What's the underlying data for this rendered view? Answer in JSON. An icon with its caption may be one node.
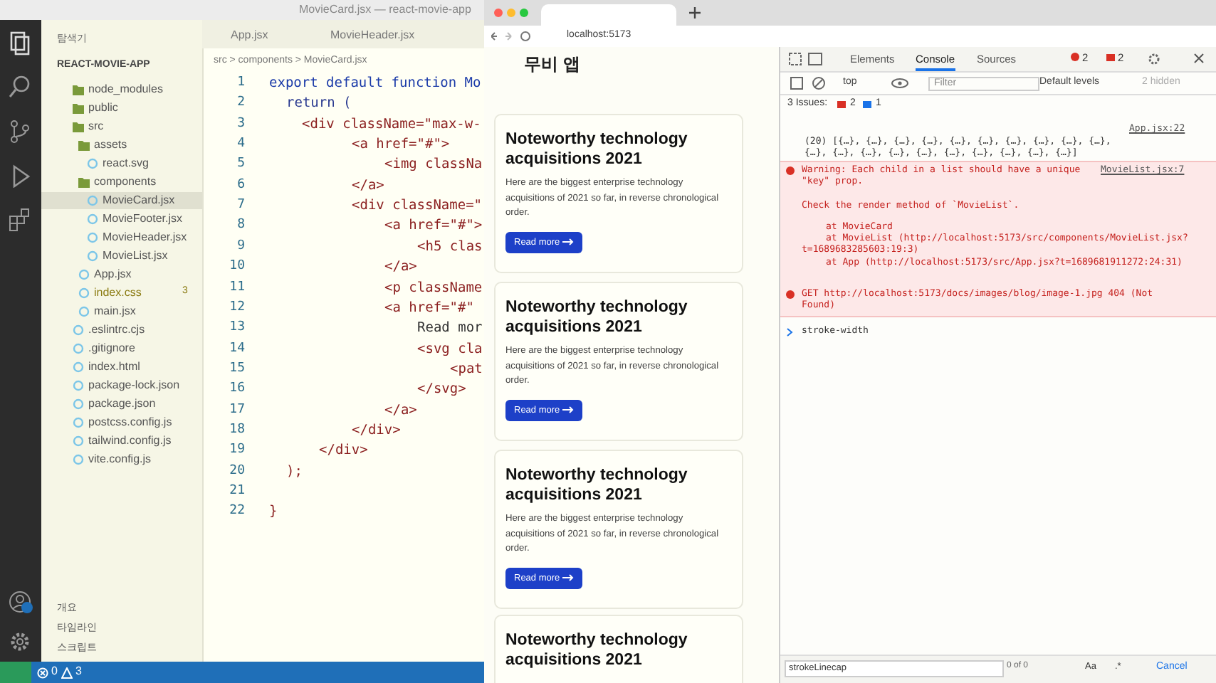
{
  "diagram": {
    "nodes": [
      {
        "text": [
          "Noteworthy technology acquisitions 2021",
          "Here are the biggest enterprise technology acquisitions of 2021 so far, in reverse chronological order.",
          "Read more"
        ]
      },
      {
        "text": [
          "Noteworthy technology acquisitions 2021",
          "Here are the biggest enterprise technology acquisitions of 2021 so far, in reverse chronological order.",
          "Read more"
        ]
      },
      {
        "text": [
          "Noteworthy technology acquisitions 2021",
          "Here are the biggest enterprise technology acquisitions of 2021 so far, in reverse chronological order.",
          "Read more"
        ]
      },
      {
        "text": [
          "Noteworthy technology acquisitions 2021"
        ]
      }
    ],
    "labels": [
      "MovieCard.jsx — react-movie-app",
      "탐색기",
      "REACT-MOVIE-APP",
      "node_modules",
      "public",
      "src",
      "assets",
      "react.svg",
      "components",
      "MovieCard.jsx",
      "MovieFooter.jsx",
      "MovieHeader.jsx",
      "MovieList.jsx",
      "App.jsx",
      "index.css",
      "3",
      "main.jsx",
      ".eslintrc.cjs",
      ".gitignore",
      "index.html",
      "package-lock.json",
      "package.json",
      "postcss.config.js",
      "tailwind.config.js",
      "vite.config.js",
      "개요",
      "타임라인",
      "스크립트",
      "App.jsx",
      "MovieHeader.jsx",
      "src > components > MovieCard.jsx",
      "1",
      "2",
      "3",
      "4",
      "5",
      "6",
      "7",
      "8",
      "9",
      "10",
      "11",
      "12",
      "13",
      "14",
      "15",
      "16",
      "17",
      "18",
      "19",
      "20",
      "21",
      "22",
      "export default function Mo",
      "return (",
      "<div className=\"max-w-",
      "<a href=\"#\">",
      "<img classNa",
      "</a>",
      "<div className=\"",
      "<a href=\"#\">",
      "<h5 clas",
      "</a>",
      "<p className",
      "<a href=\"#\"",
      "Read mor",
      "<svg cla",
      "<pat",
      "</svg>",
      "</a>",
      "</div>",
      "</div>",
      ");",
      "}",
      "0",
      "3",
      "localhost:5173",
      "무비 앱",
      "Elements",
      "Console",
      "Sources",
      "2",
      "2",
      "top",
      "Filter",
      "Default levels",
      "2 hidden",
      "3 Issues:",
      "2",
      "1",
      "App.jsx:22",
      "(20) [{…}, {…}, {…}, {…}, {…}, {…}, {…}, {…}, {…}, {…}, {…}, {…}, {…}, {…}, {…}, {…}, {…}, {…}, {…}, {…}]",
      "Warning: Each child in a list should have a unique \"key\" prop.",
      "MovieList.jsx:7",
      "Check the render method of `MovieList`.",
      "at MovieCard",
      "at MovieList (http://localhost:5173/src/components/MovieList.jsx?t=1689683285603:19:3)",
      "at App (http://localhost:5173/src/App.jsx?t=1689681911272:24:31)",
      "GET http://localhost:5173/docs/images/blog/image-1.jpg 404 (Not Found)",
      "stroke-width",
      "strokeLinecap",
      "0 of 0",
      "Aa",
      ".*",
      "Cancel"
    ]
  }
}
